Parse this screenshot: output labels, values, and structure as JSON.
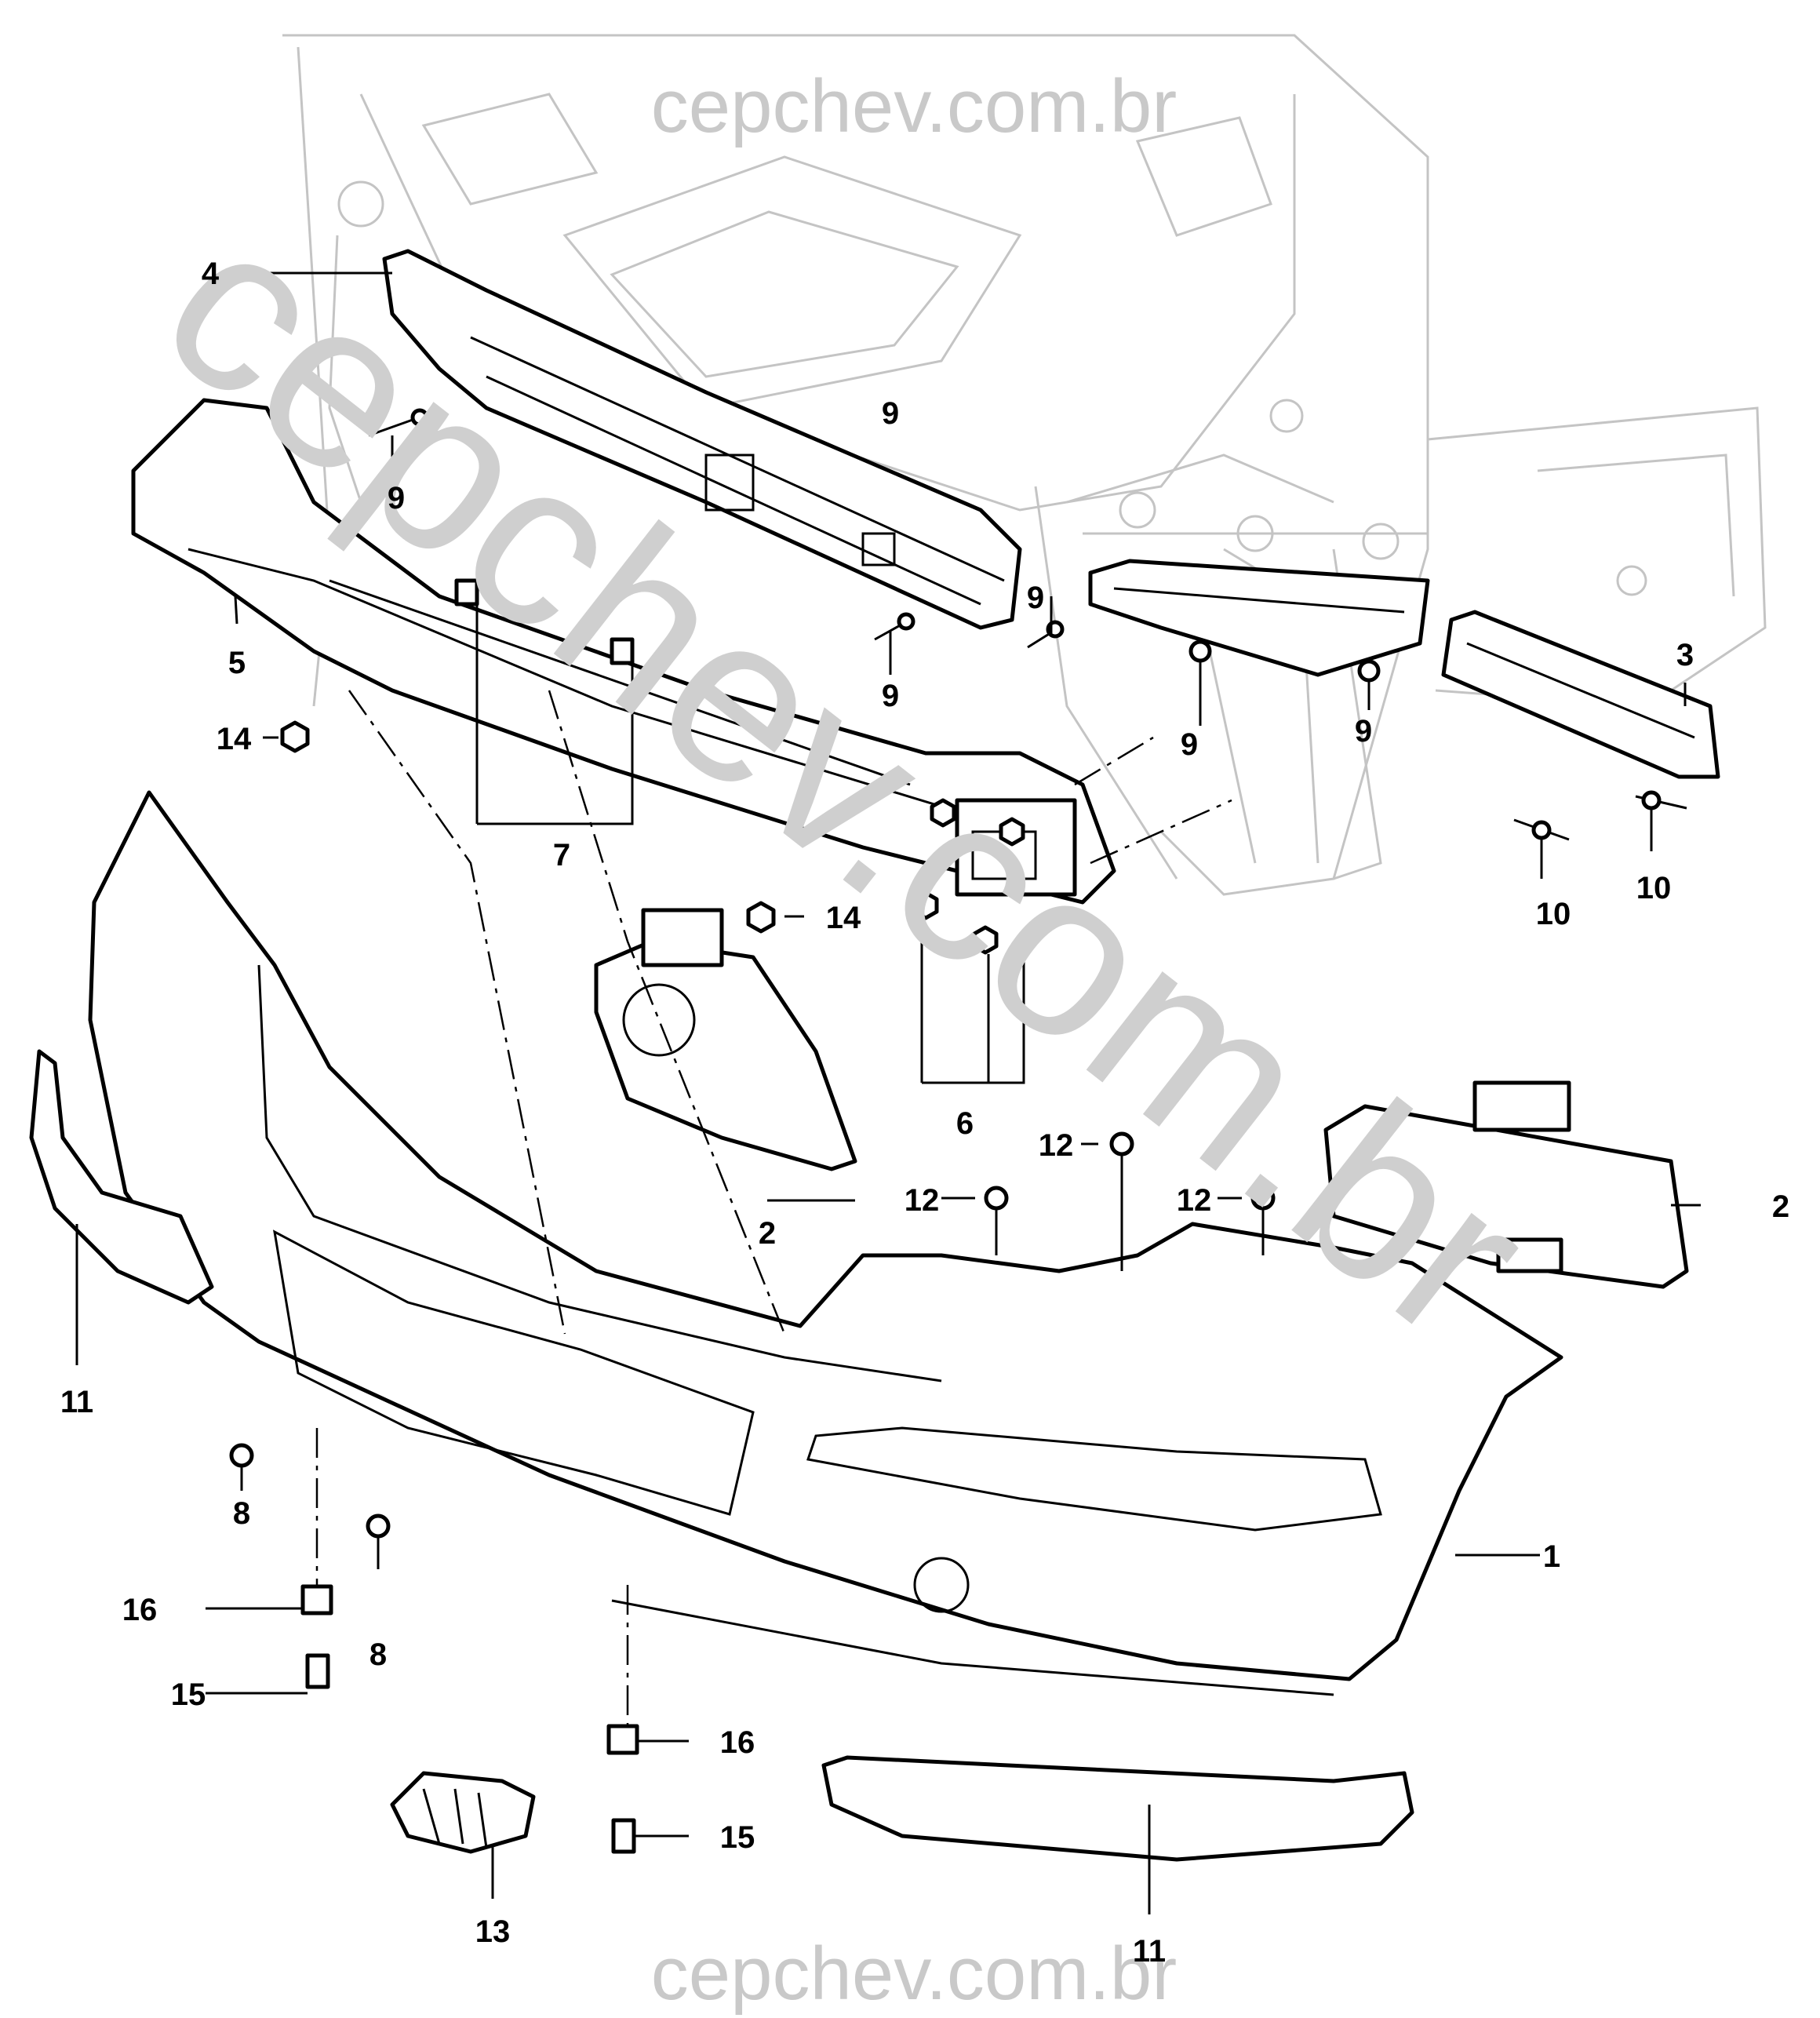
{
  "watermark": {
    "top": "cepchev.com.br",
    "bottom": "cepchev.com.br",
    "diagonal": "cepchev.com.br"
  },
  "callouts": [
    {
      "id": "c1",
      "label": "1"
    },
    {
      "id": "c2a",
      "label": "2"
    },
    {
      "id": "c2b",
      "label": "2"
    },
    {
      "id": "c3",
      "label": "3"
    },
    {
      "id": "c4",
      "label": "4"
    },
    {
      "id": "c5",
      "label": "5"
    },
    {
      "id": "c6",
      "label": "6"
    },
    {
      "id": "c7",
      "label": "7"
    },
    {
      "id": "c8a",
      "label": "8"
    },
    {
      "id": "c8b",
      "label": "8"
    },
    {
      "id": "c9a",
      "label": "9"
    },
    {
      "id": "c9b",
      "label": "9"
    },
    {
      "id": "c9c",
      "label": "9"
    },
    {
      "id": "c9d",
      "label": "9"
    },
    {
      "id": "c9e",
      "label": "9"
    },
    {
      "id": "c9f",
      "label": "9"
    },
    {
      "id": "c10a",
      "label": "10"
    },
    {
      "id": "c10b",
      "label": "10"
    },
    {
      "id": "c11a",
      "label": "11"
    },
    {
      "id": "c11b",
      "label": "11"
    },
    {
      "id": "c12a",
      "label": "12"
    },
    {
      "id": "c12b",
      "label": "12"
    },
    {
      "id": "c12c",
      "label": "12"
    },
    {
      "id": "c13",
      "label": "13"
    },
    {
      "id": "c14a",
      "label": "14"
    },
    {
      "id": "c14b",
      "label": "14"
    },
    {
      "id": "c15a",
      "label": "15"
    },
    {
      "id": "c15b",
      "label": "15"
    },
    {
      "id": "c16a",
      "label": "16"
    },
    {
      "id": "c16b",
      "label": "16"
    }
  ]
}
